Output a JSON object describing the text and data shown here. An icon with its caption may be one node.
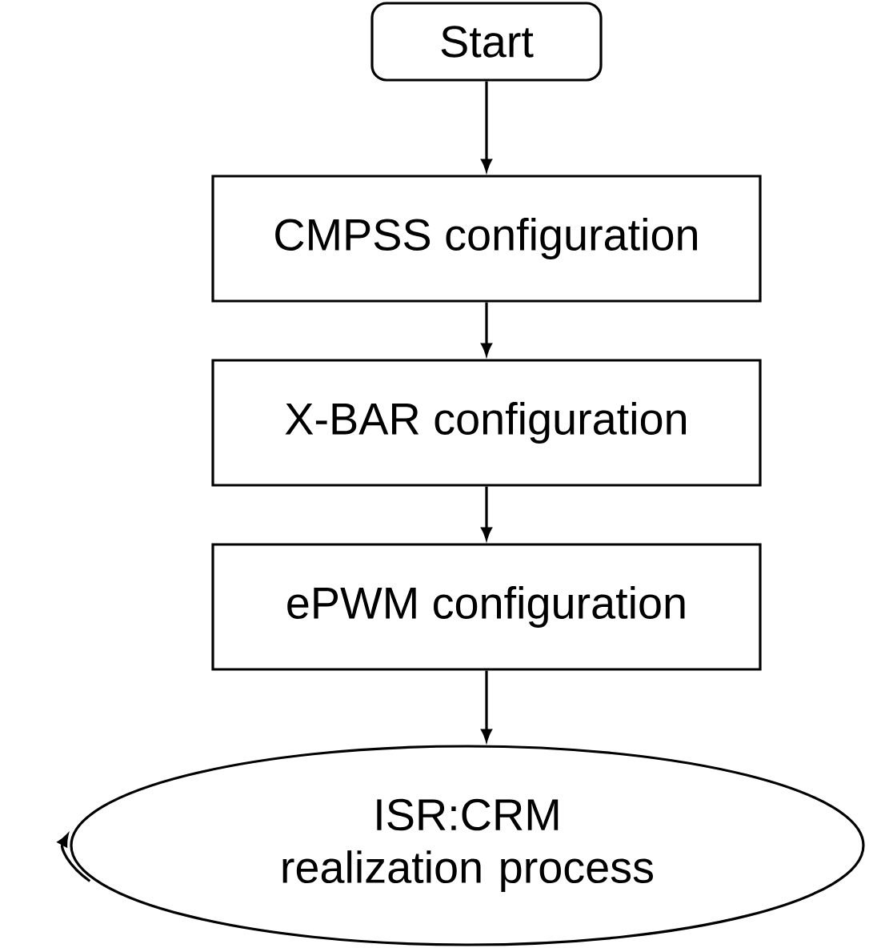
{
  "diagram": {
    "nodes": [
      {
        "text": [
          "Start"
        ]
      },
      {
        "text": [
          "CMPSS configuration"
        ]
      },
      {
        "text": [
          "X-BAR configuration"
        ]
      },
      {
        "text": [
          "ePWM configuration"
        ]
      },
      {
        "text": [
          "ISR:CRM realization process"
        ]
      }
    ],
    "edges": [
      {
        "from": 0,
        "to": 1,
        "arrow": "to"
      },
      {
        "from": 1,
        "to": 2,
        "arrow": "to"
      },
      {
        "from": 2,
        "to": 3,
        "arrow": "to"
      },
      {
        "from": 3,
        "to": 4,
        "arrow": "to"
      }
    ]
  }
}
